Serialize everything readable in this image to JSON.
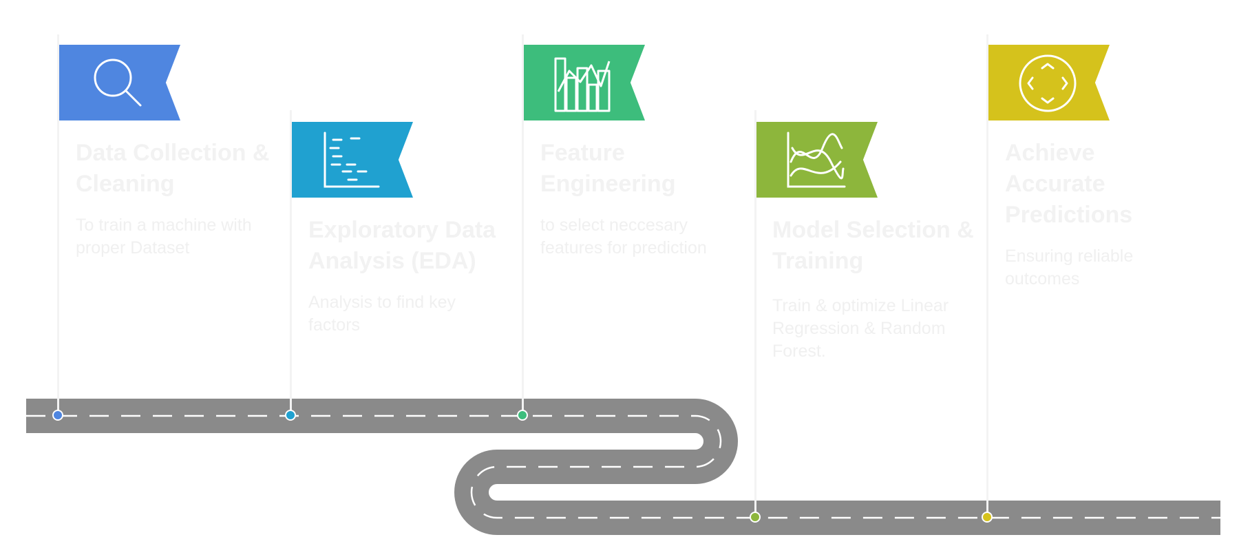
{
  "colors": {
    "road": "#8a8a8a",
    "dash": "#ffffff",
    "pole": "#f3f3f3"
  },
  "steps": [
    {
      "title": "Data Collection & Cleaning",
      "description": "To train a machine with proper Dataset",
      "color": "#4f86e0",
      "icon": "magnifier-icon"
    },
    {
      "title": "Exploratory Data Analysis (EDA)",
      "description": "Analysis to find key factors",
      "color": "#20a1d0",
      "icon": "scatter-plot-icon"
    },
    {
      "title": "Feature Engineering",
      "description": "to select neccesary features for prediction",
      "color": "#3dbd7c",
      "icon": "bar-chart-icon"
    },
    {
      "title": "Model Selection & Training",
      "description": "Train & optimize Linear Regression & Random Forest.",
      "color": "#8db63c",
      "icon": "line-chart-icon"
    },
    {
      "title": "Achieve Accurate Predictions",
      "description": "Ensuring reliable outcomes",
      "color": "#d5c21c",
      "icon": "target-icon"
    }
  ]
}
